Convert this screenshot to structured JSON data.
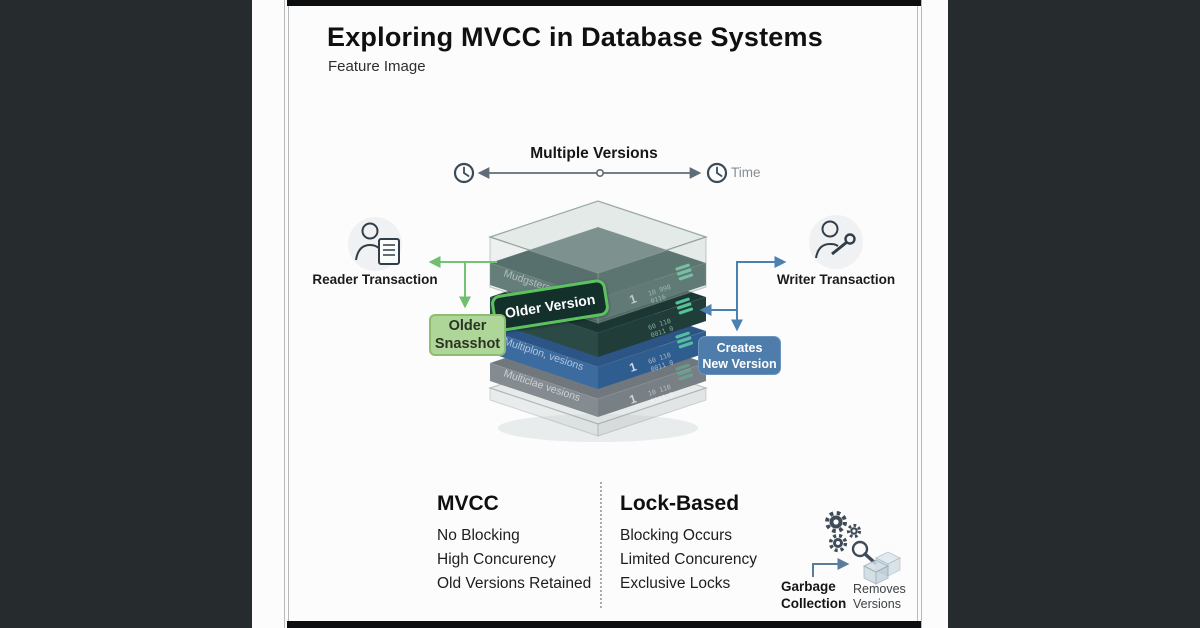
{
  "header": {
    "title": "Exploring MVCC in Database Systems",
    "subtitle": "Feature Image"
  },
  "timeline": {
    "label": "Multiple Versions",
    "time_label": "Time"
  },
  "actors": {
    "reader_label": "Reader Transaction",
    "writer_label": "Writer Transaction"
  },
  "stack": {
    "badge": "Older Version",
    "layers": [
      {
        "label": "Mudgsters vesions",
        "one": "1",
        "digits1": "10 998",
        "digits2": "0116"
      },
      {
        "label": "",
        "one": "",
        "digits1": "60 110",
        "digits2": "0011 0"
      },
      {
        "label": "Multiplon, vesions",
        "one": "1",
        "digits1": "60 110",
        "digits2": "0011 0"
      },
      {
        "label": "Multiclae vesions",
        "one": "1",
        "digits1": "10 110",
        "digits2": "0111 0"
      }
    ]
  },
  "callouts": {
    "older_snapshot_line1": "Older",
    "older_snapshot_line2": "Snasshot",
    "creates_line1": "Creates",
    "creates_line2": "New Version"
  },
  "comparison": {
    "mvcc": {
      "title": "MVCC",
      "items": [
        "No Blocking",
        "High Concurency",
        "Old Versions Retained"
      ]
    },
    "lock": {
      "title": "Lock-Based",
      "items": [
        "Blocking Occurs",
        "Limited Concurency",
        "Exclusive Locks"
      ]
    }
  },
  "garbage": {
    "label_line1": "Garbage",
    "label_line2": "Collection",
    "note_line1": "Removes",
    "note_line2": "Versions"
  },
  "colors": {
    "background": "#262b2d",
    "card": "#fcfcfc",
    "accent_green": "#74c374",
    "accent_blue": "#4b80b1",
    "slate": "#3f4b58",
    "layer_teal": "#2f4b48",
    "layer_dark_teal": "#1c3733",
    "layer_blue": "#2c5586",
    "layer_gray": "#70777d",
    "snapshot_bg": "#aed698",
    "creates_bg": "#4e7dac"
  }
}
